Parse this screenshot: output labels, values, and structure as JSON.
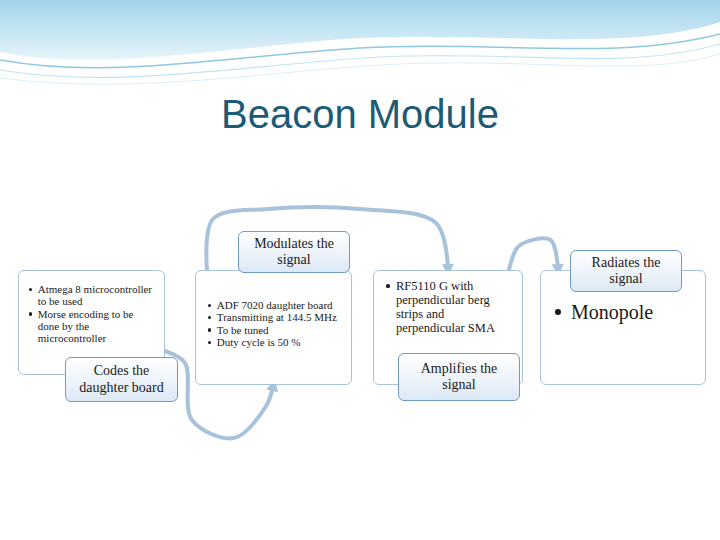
{
  "diagram": {
    "title": "Beacon Module",
    "nodes": [
      {
        "text": [
          "Atmega 8 microcontroller to be used",
          "Morse encoding to be done by the microcontroller"
        ]
      },
      {
        "text": [
          "Codes the daughter board"
        ]
      },
      {
        "text": [
          "Modulates the signal"
        ]
      },
      {
        "text": [
          "ADF 7020 daughter board",
          "Transmitting at 144.5 MHz",
          "To be tuned",
          "Duty cycle is 50 %"
        ]
      },
      {
        "text": [
          "RF5110 G with perpendicular berg strips and perpendicular SMA"
        ]
      },
      {
        "text": [
          "Amplifies the signal"
        ]
      },
      {
        "text": [
          "Radiates the signal"
        ]
      },
      {
        "text": [
          "Monopole"
        ]
      }
    ],
    "edges": [
      {
        "from": 0,
        "to": 3,
        "arrow": "to"
      },
      {
        "from": 3,
        "to": 4,
        "arrow": "to"
      },
      {
        "from": 4,
        "to": 7,
        "arrow": "to"
      }
    ]
  }
}
